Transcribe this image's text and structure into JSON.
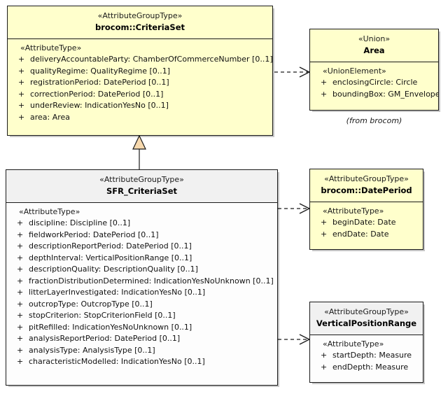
{
  "diagram": {
    "type": "uml-class-diagram",
    "background": "#ffffff",
    "yellow_fill": "#ffffcc",
    "white_fill": "#fdfdfd",
    "header_gray_fill": "#f1f1f1",
    "border_color": "#1a1a1a",
    "generalization_fill": "#f7d9ae"
  },
  "classes": {
    "brocom_criteriaset": {
      "stereotype": "«AttributeGroupType»",
      "name": "brocom::CriteriaSet",
      "compartment_stereotype": "«AttributeType»",
      "attributes": [
        {
          "visibility": "+",
          "text": "deliveryAccountableParty: ChamberOfCommerceNumber [0..1]"
        },
        {
          "visibility": "+",
          "text": "qualityRegime: QualityRegime [0..1]"
        },
        {
          "visibility": "+",
          "text": "registrationPeriod: DatePeriod [0..1]"
        },
        {
          "visibility": "+",
          "text": "correctionPeriod: DatePeriod [0..1]"
        },
        {
          "visibility": "+",
          "text": "underReview: IndicationYesNo [0..1]"
        },
        {
          "visibility": "+",
          "text": "area: Area"
        }
      ]
    },
    "area": {
      "stereotype": "«Union»",
      "name": "Area",
      "compartment_stereotype": "«UnionElement»",
      "attributes": [
        {
          "visibility": "+",
          "text": "enclosingCircle: Circle"
        },
        {
          "visibility": "+",
          "text": "boundingBox: GM_Envelope"
        }
      ],
      "footnote": "(from brocom)"
    },
    "sfr_criteriaset": {
      "stereotype": "«AttributeGroupType»",
      "name": "SFR_CriteriaSet",
      "compartment_stereotype": "«AttributeType»",
      "attributes": [
        {
          "visibility": "+",
          "text": "discipline: Discipline [0..1]"
        },
        {
          "visibility": "+",
          "text": "fieldworkPeriod: DatePeriod [0..1]"
        },
        {
          "visibility": "+",
          "text": "descriptionReportPeriod: DatePeriod [0..1]"
        },
        {
          "visibility": "+",
          "text": "depthInterval: VerticalPositionRange [0..1]"
        },
        {
          "visibility": "+",
          "text": "descriptionQuality: DescriptionQuality [0..1]"
        },
        {
          "visibility": "+",
          "text": "fractionDistributionDetermined: IndicationYesNoUnknown [0..1]"
        },
        {
          "visibility": "+",
          "text": "litterLayerInvestigated: IndicationYesNo [0..1]"
        },
        {
          "visibility": "+",
          "text": "outcropType: OutcropType [0..1]"
        },
        {
          "visibility": "+",
          "text": "stopCriterion: StopCriterionField [0..1]"
        },
        {
          "visibility": "+",
          "text": "pitRefilled: IndicationYesNoUnknown [0..1]"
        },
        {
          "visibility": "+",
          "text": "analysisReportPeriod: DatePeriod [0..1]"
        },
        {
          "visibility": "+",
          "text": "analysisType: AnalysisType [0..1]"
        },
        {
          "visibility": "+",
          "text": "characteristicModelled: IndicationYesNo [0..1]"
        }
      ]
    },
    "brocom_dateperiod": {
      "stereotype": "«AttributeGroupType»",
      "name": "brocom::DatePeriod",
      "compartment_stereotype": "«AttributeType»",
      "attributes": [
        {
          "visibility": "+",
          "text": "beginDate: Date"
        },
        {
          "visibility": "+",
          "text": "endDate: Date"
        }
      ]
    },
    "vertical_position_range": {
      "stereotype": "«AttributeGroupType»",
      "name": "VerticalPositionRange",
      "compartment_stereotype": "«AttributeType»",
      "attributes": [
        {
          "visibility": "+",
          "text": "startDepth: Measure"
        },
        {
          "visibility": "+",
          "text": "endDepth: Measure"
        }
      ]
    }
  },
  "relationships": [
    {
      "kind": "generalization",
      "from": "sfr_criteriaset",
      "to": "brocom_criteriaset"
    },
    {
      "kind": "dependency",
      "from": "brocom_criteriaset",
      "to": "area"
    },
    {
      "kind": "dependency",
      "from": "sfr_criteriaset",
      "to": "brocom_dateperiod"
    },
    {
      "kind": "dependency",
      "from": "sfr_criteriaset",
      "to": "vertical_position_range"
    }
  ]
}
